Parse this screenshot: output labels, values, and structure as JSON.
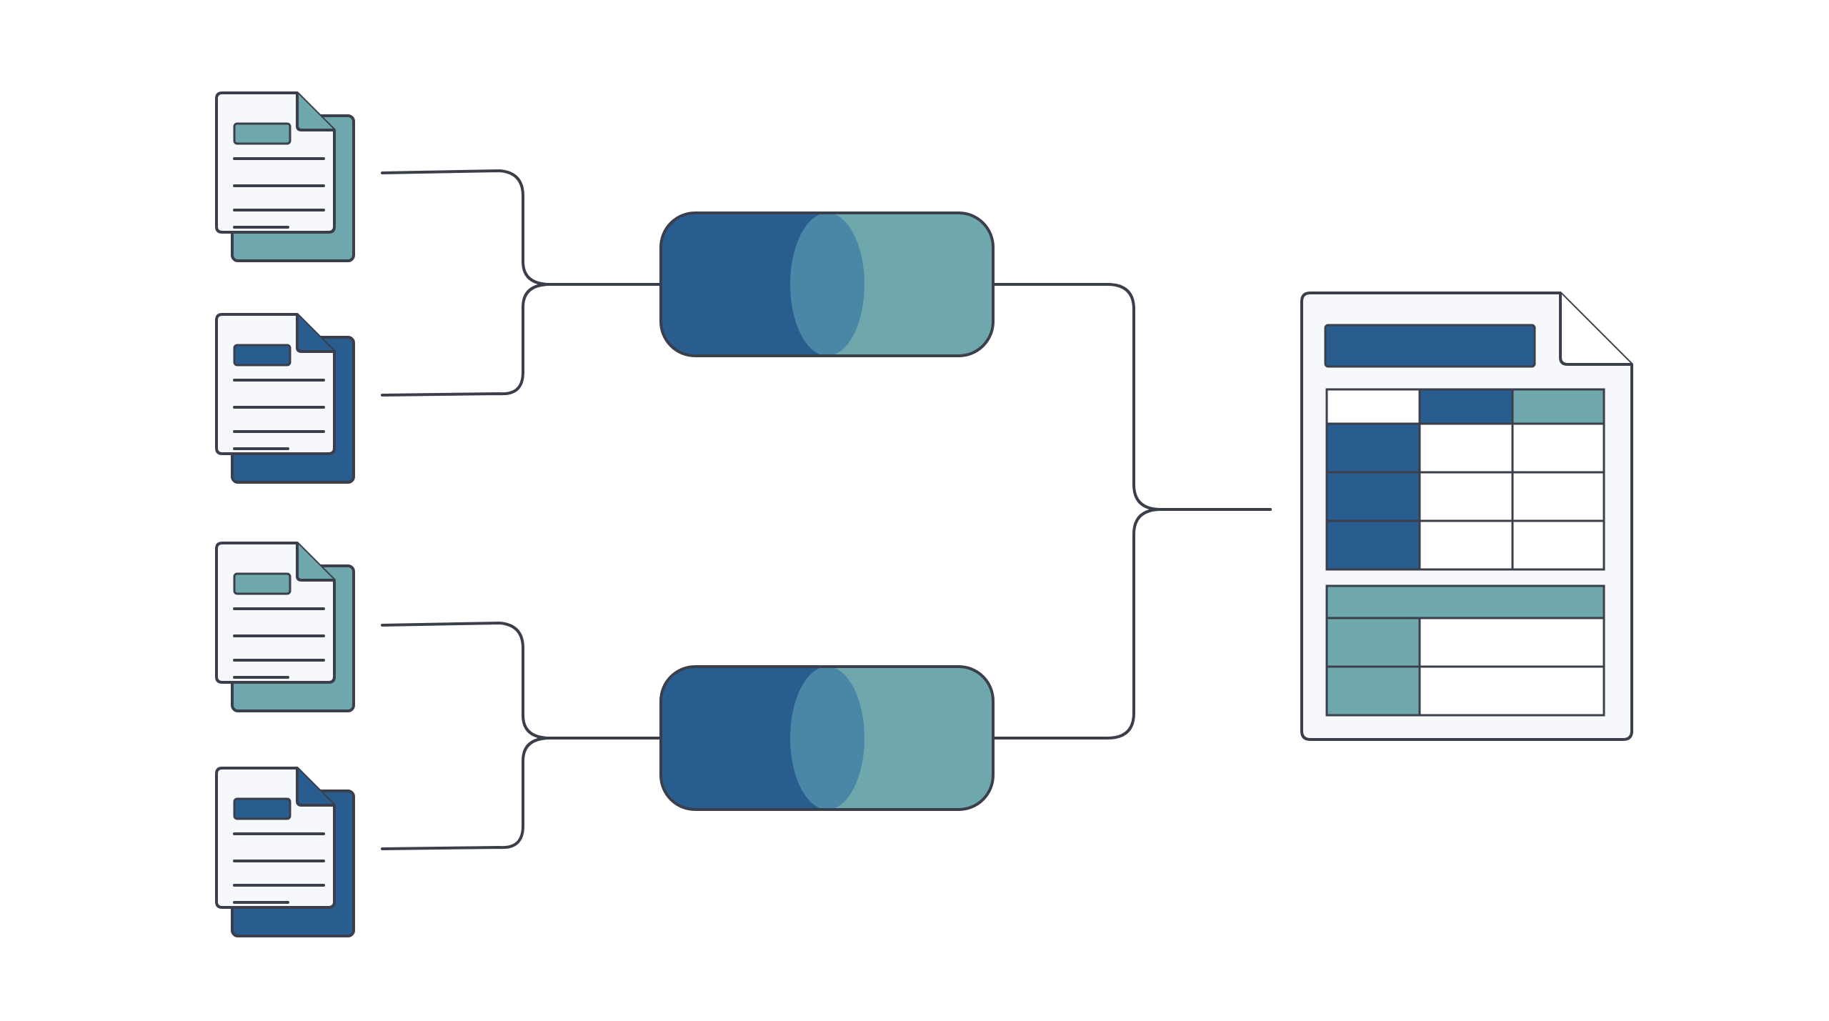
{
  "colors": {
    "background": "#ffffff",
    "outline": "#3a3f4b",
    "paper": "#f7f8fb",
    "navy": "#2a5d8f",
    "teal": "#6ea8ad",
    "blend": "#4a87a6"
  },
  "inputs": [
    {
      "accent": "teal",
      "icon": "document-stack-icon"
    },
    {
      "accent": "navy",
      "icon": "document-stack-icon"
    },
    {
      "accent": "teal",
      "icon": "document-stack-icon"
    },
    {
      "accent": "navy",
      "icon": "document-stack-icon"
    }
  ],
  "processors": [
    {
      "icon": "merge-pill-icon",
      "left_color": "navy",
      "right_color": "teal"
    },
    {
      "icon": "merge-pill-icon",
      "left_color": "navy",
      "right_color": "teal"
    }
  ],
  "output": {
    "icon": "spreadsheet-document-icon",
    "upper_table": {
      "header_row": [
        "plain",
        "navy",
        "teal"
      ],
      "body_rows": 3,
      "first_column": "navy"
    },
    "lower_table": {
      "header_row": "teal",
      "body_rows": 2,
      "first_column": "teal"
    }
  }
}
